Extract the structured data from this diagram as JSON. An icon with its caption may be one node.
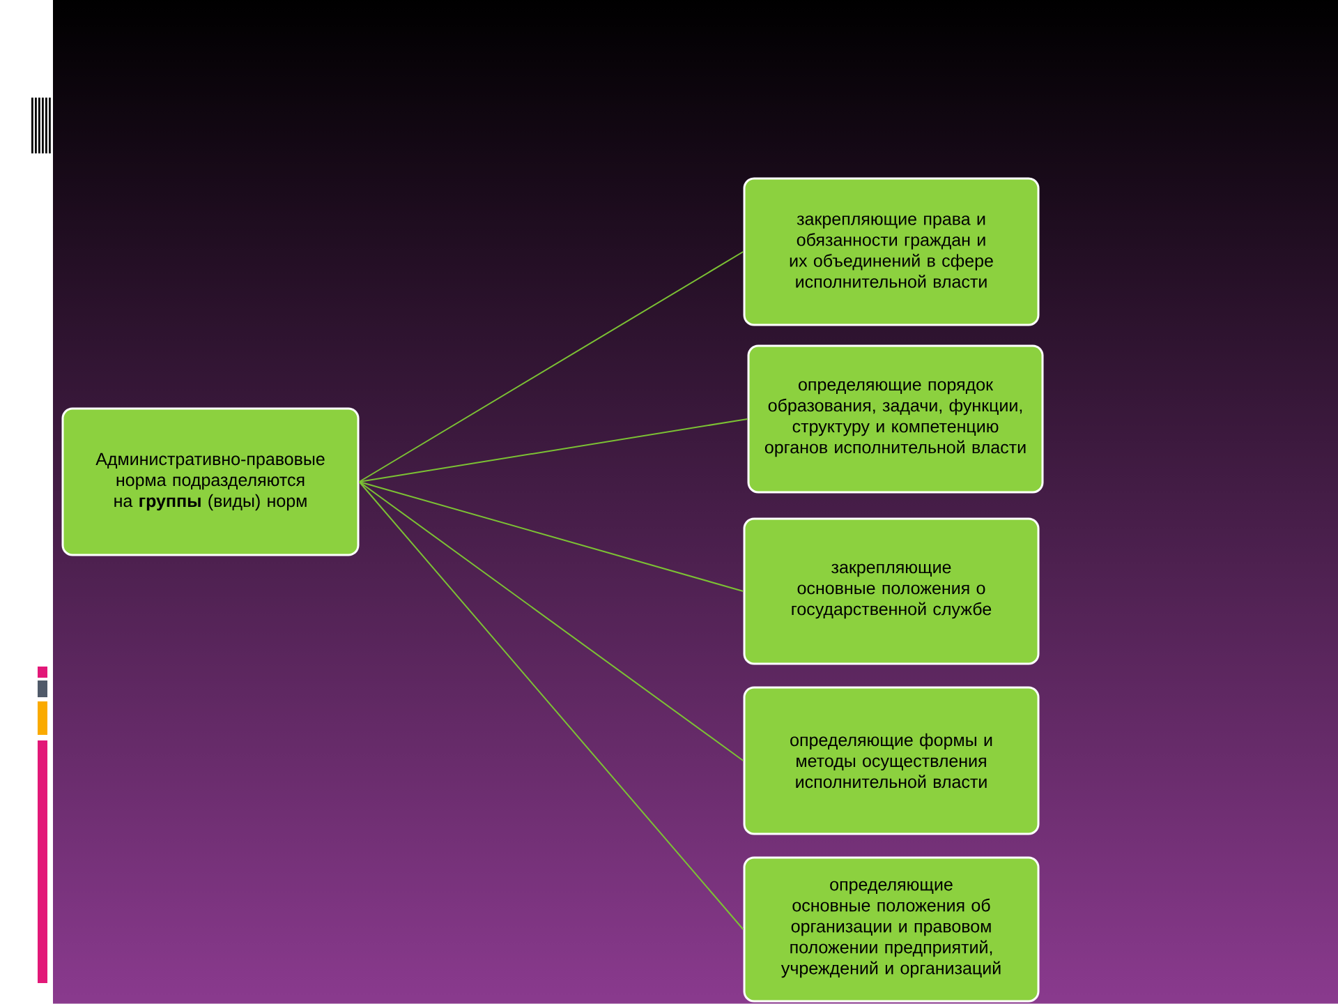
{
  "diagram": {
    "nodes": [
      {
        "text": [
          "Административно-правовые норма подразделяются на **группы** (виды) норм"
        ]
      },
      {
        "text": [
          "закрепляющие права и обязанности граждан и их объединений в сфере исполнительной власти"
        ]
      },
      {
        "text": [
          "определяющие порядок образования, задачи, функции, структуру и компетенцию органов исполнительной власти"
        ]
      },
      {
        "text": [
          "закрепляющие основные положения о государственной службе"
        ]
      },
      {
        "text": [
          "определяющие формы и методы осуществления исполнительной власти"
        ]
      },
      {
        "text": [
          "определяющие основные положения об организации и правовом положении предприятий, учреждений и организаций"
        ]
      }
    ],
    "edges": [
      {
        "from": 0,
        "to": 1,
        "arrow": "none"
      },
      {
        "from": 0,
        "to": 2,
        "arrow": "none"
      },
      {
        "from": 0,
        "to": 3,
        "arrow": "none"
      },
      {
        "from": 0,
        "to": 4,
        "arrow": "none"
      },
      {
        "from": 0,
        "to": 5,
        "arrow": "none"
      }
    ]
  }
}
